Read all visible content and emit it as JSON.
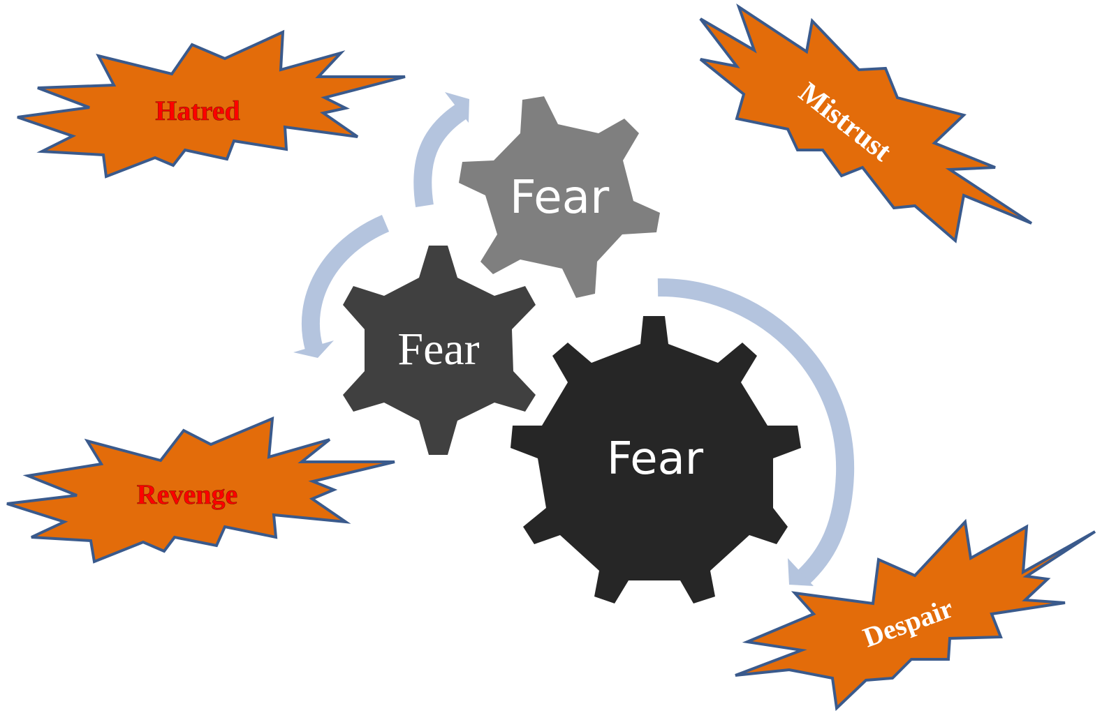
{
  "colors": {
    "burst_fill": "#E36C0A",
    "burst_stroke": "#3A5A8C",
    "arrow": "#B4C4DE",
    "gear_light": "#7F7F7F",
    "gear_mid": "#404040",
    "gear_dark": "#262626",
    "red_text": "#FF0000",
    "white_text": "#FFFFFF"
  },
  "gears": {
    "top": {
      "label": "Fear",
      "color": "#7F7F7F",
      "icon": "gear-icon"
    },
    "middle": {
      "label": "Fear",
      "color": "#404040",
      "icon": "gear-icon"
    },
    "large": {
      "label": "Fear",
      "color": "#262626",
      "icon": "gear-icon"
    }
  },
  "bursts": {
    "hatred": {
      "label": "Hatred",
      "text_color": "#FF0000"
    },
    "revenge": {
      "label": "Revenge",
      "text_color": "#FF0000"
    },
    "mistrust": {
      "label": "Mistrust",
      "text_color": "#FFFFFF"
    },
    "despair": {
      "label": "Despair",
      "text_color": "#FFFFFF"
    }
  },
  "arrows": [
    "arrow-icon",
    "arrow-icon",
    "arrow-icon"
  ]
}
